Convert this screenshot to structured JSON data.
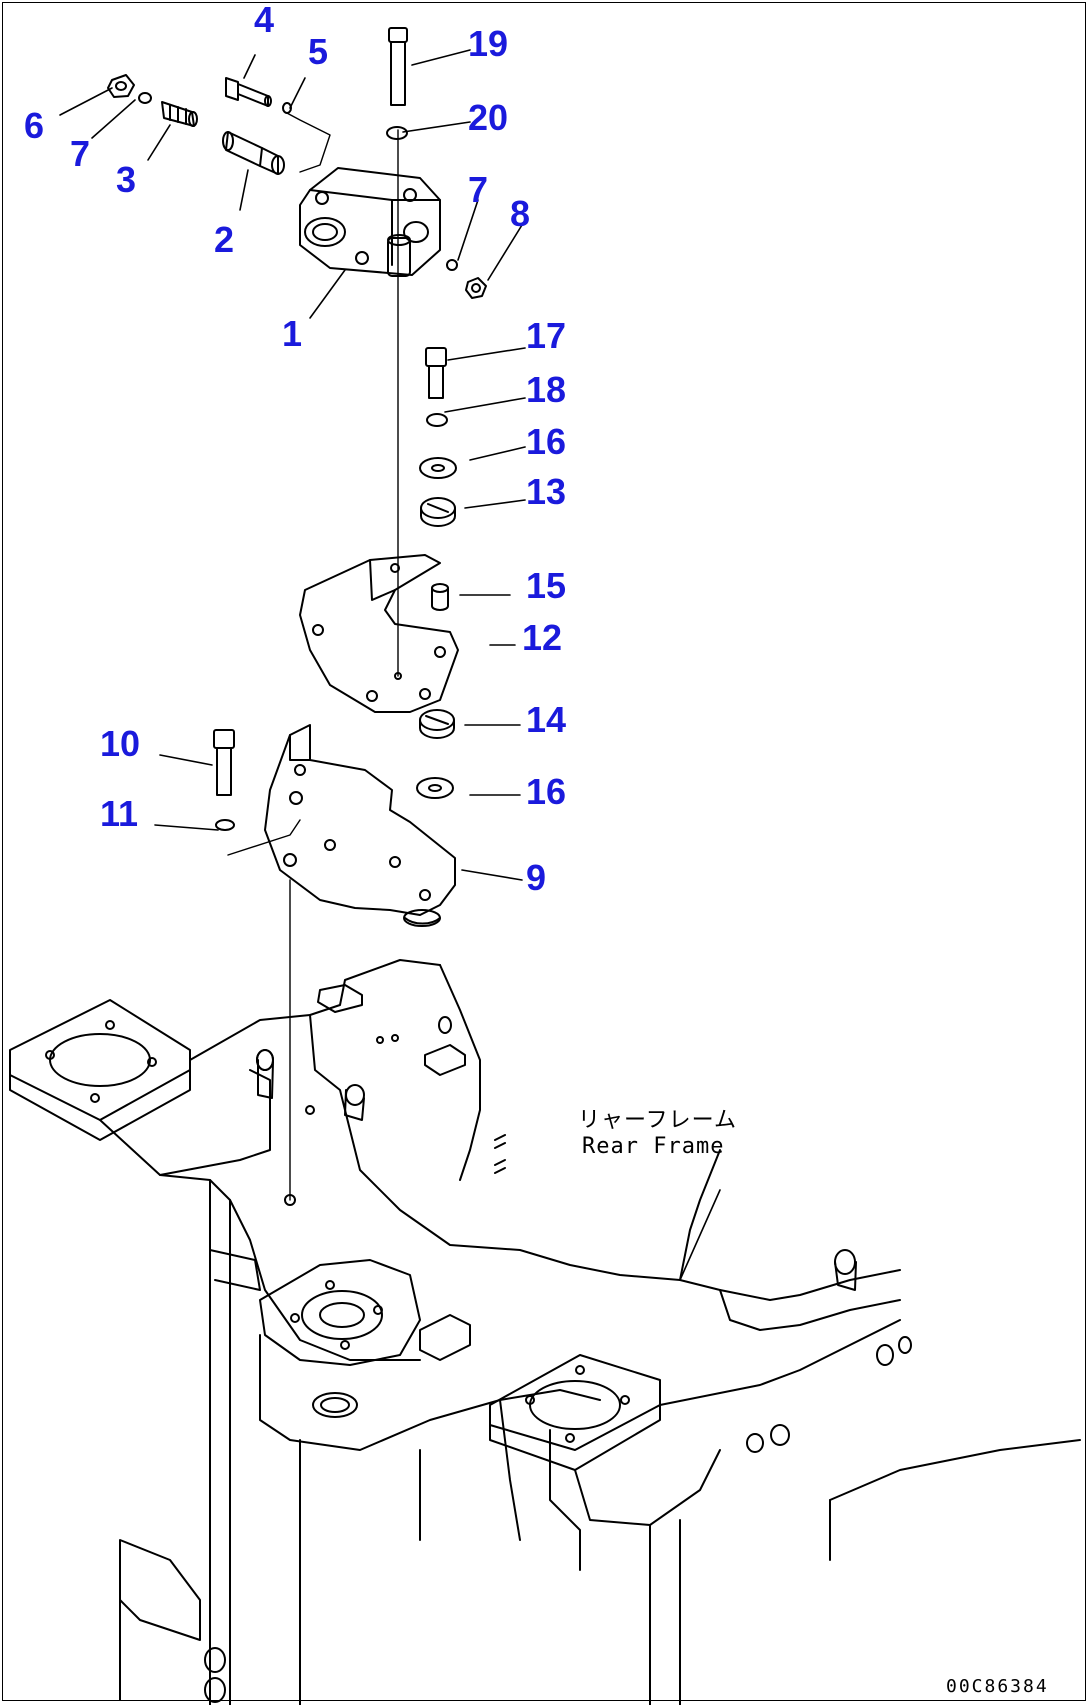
{
  "colors": {
    "callout": "#1a1adc",
    "line": "#000000",
    "background": "#ffffff"
  },
  "callouts": [
    "4",
    "5",
    "19",
    "6",
    "7",
    "3",
    "2",
    "20",
    "7",
    "8",
    "1",
    "17",
    "18",
    "16",
    "13",
    "15",
    "12",
    "14",
    "10",
    "16",
    "11",
    "9"
  ],
  "frame_label": {
    "jp": "リャーフレーム",
    "en": "Rear Frame"
  },
  "drawing_code": "00C86384"
}
